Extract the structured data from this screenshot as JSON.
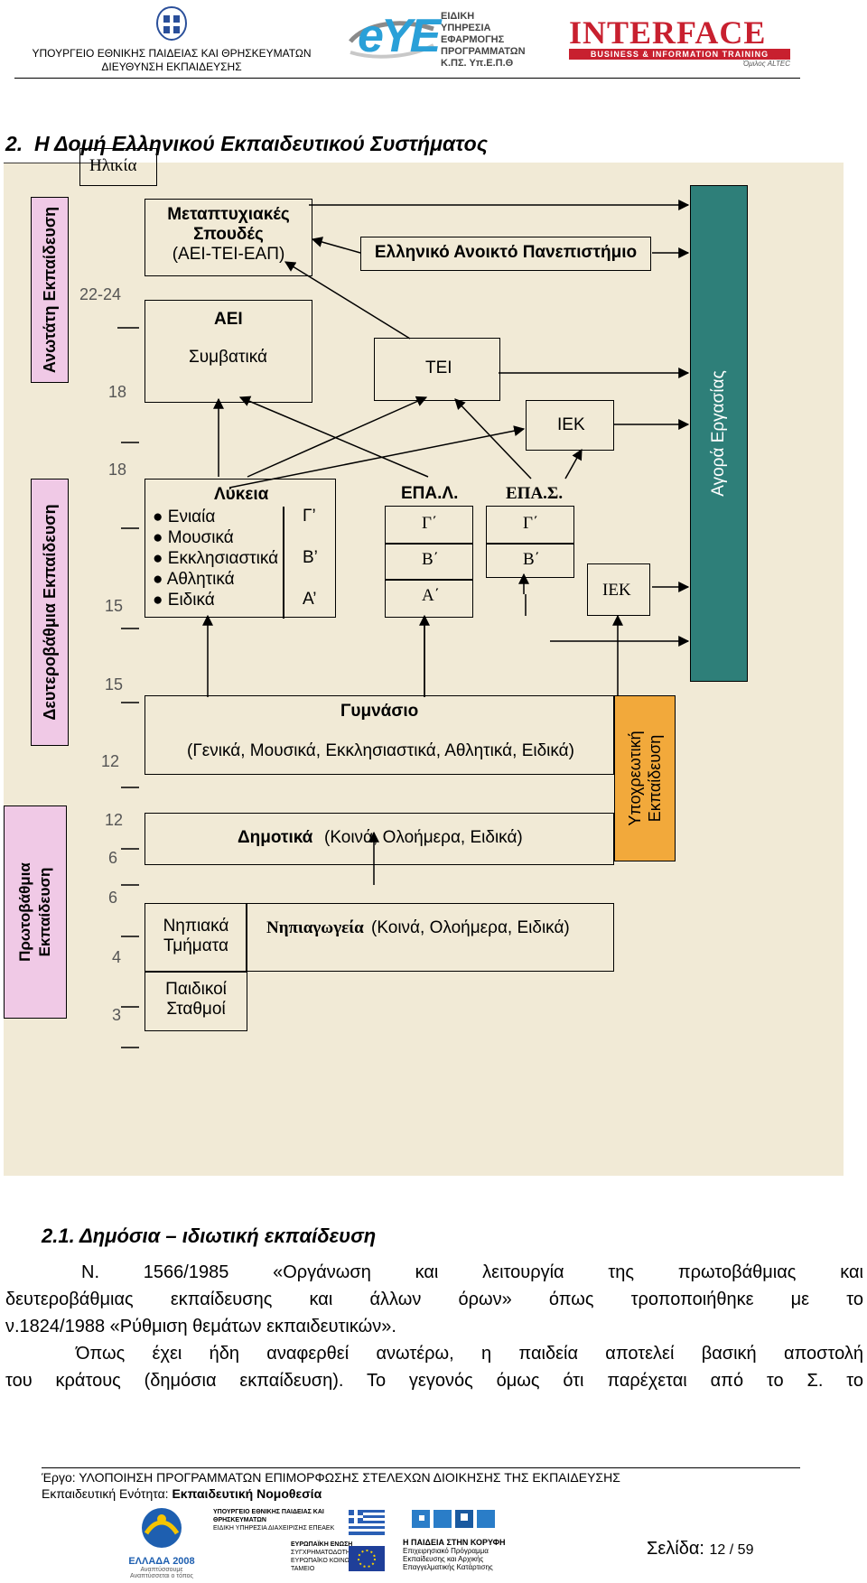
{
  "header": {
    "ministry_line1": "ΥΠΟΥΡΓΕΙΟ ΕΘΝΙΚΗΣ ΠΑΙΔΕΙΑΣ ΚΑΙ ΘΡΗΣΚΕΥΜΑΤΩΝ",
    "ministry_line2": "ΔΙΕΥΘΥΝΣΗ ΕΚΠΑΙΔΕΥΣΗΣ",
    "eye_logo_mark": "eYE",
    "eye_logo_text": [
      "ΕΙΔΙΚΗ",
      "ΥΠΗΡΕΣΙΑ",
      "ΕΦΑΡΜΟΓΗΣ",
      "ΠΡΟΓΡΑΜΜΑΤΩΝ",
      "Κ.ΠΣ. Υπ.Ε.Π.Θ"
    ],
    "interface_logo": "INTERFACE",
    "interface_sub": "BUSINESS & INFORMATION TRAINING",
    "interface_tag": "Όμιλος ALTEC"
  },
  "section_title": "2.  Η Δομή Ελληνικού Εκπαιδευτικού Συστήματος",
  "diagram": {
    "age_header": "Ηλικία",
    "left_labels": {
      "higher": "Ανωτάτη Εκπαίδευση",
      "secondary": "Δευτεροβάθμια  Εκπαίδευση",
      "primary_l1": "Πρωτοβάθμια",
      "primary_l2": "Εκπαίδευση"
    },
    "ages": {
      "a22_24": "22-24",
      "a18_top": "18",
      "a18_bottom": "18",
      "a15_top": "15",
      "a15_bottom": "15",
      "a12_top": "12",
      "a12_bottom": "12",
      "a6_top": "6",
      "a6_bottom": "6",
      "a4": "4",
      "a3": "3"
    },
    "postgrad": {
      "l1": "Μεταπτυχιακές",
      "l2": "Σπουδές",
      "l3": "(ΑΕΙ-ΤΕΙ-ΕΑΠ)"
    },
    "eap": "Ελληνικό Ανοικτό Πανεπιστήμιο",
    "aei": {
      "title": "ΑΕΙ",
      "sub": "Συμβατικά"
    },
    "tei": "ΤΕΙ",
    "iek_top": "ΙΕΚ",
    "iek_mid": "ΙΕΚ",
    "lyceum": {
      "title": "Λύκεια",
      "types": [
        "Ενιαία",
        "Μουσικά",
        "Εκκλησιαστικά",
        "Αθλητικά",
        "Ειδικά"
      ],
      "grades": [
        "Γ’",
        "Β’",
        "Α’"
      ]
    },
    "epal": {
      "title": "ΕΠΑ.Λ.",
      "grades": [
        "Γ΄",
        "Β΄",
        "Α΄"
      ]
    },
    "epas": {
      "title": "ΕΠΑ.Σ.",
      "grades": [
        "Γ΄",
        "Β΄"
      ]
    },
    "gymnasium": {
      "title": "Γυμνάσιο",
      "sub": "(Γενικά, Μουσικά, Εκκλησιαστικά, Αθλητικά, Ειδικά)"
    },
    "primary": {
      "title": "Δημοτικά",
      "sub": "(Κοινά, Ολοήμερα, Ειδικά)"
    },
    "nursery_classes": {
      "l1": "Νηπιακά",
      "l2": "Τμήματα"
    },
    "kindergarten": {
      "title": "Νηπιαγωγεία",
      "sub": "(Κοινά, Ολοήμερα, Ειδικά)"
    },
    "daycare": {
      "l1": "Παιδικοί",
      "l2": "Σταθμοί"
    },
    "labour_market": "Αγορά Εργασίας",
    "compulsory": {
      "l1": "Υποχρεωτική",
      "l2": "Εκπαίδευση"
    },
    "colors": {
      "background": "#f1ead6",
      "left_label": "#f0c9e6",
      "labour_market": "#2e7f79",
      "compulsory": "#f2a93b"
    }
  },
  "subsection_title": "2.1. Δημόσια – ιδιωτική εκπαίδευση",
  "body": {
    "p1_l1": "Ν.  1566/1985  «Οργάνωση  και  λειτουργία  της  πρωτοβάθμιας  και",
    "p1_l2": "δευτεροβάθμιας   εκπαίδευσης  και  άλλων  όρων»  όπως  τροποποιήθηκε  με  το",
    "p1_l3": "ν.1824/1988 «Ρύθμιση θεμάτων εκπαιδευτικών».",
    "p2_l1": "Όπως έχει ήδη αναφερθεί ανωτέρω, η παιδεία αποτελεί βασική αποστολή",
    "p2_l2": "του κράτους (δημόσια εκπαίδευση). Το γεγονός όμως ότι παρέχεται από το Σ. το"
  },
  "footer": {
    "project_line": "Έργο: ΥΛΟΠΟΙΗΣΗ ΠΡΟΓΡΑΜΜΑΤΩΝ ΕΠΙΜΟΡΦΩΣΗΣ ΣΤΕΛΕΧΩΝ ΔΙΟΙΚΗΣΗΣ ΤΗΣ ΕΚΠΑΙΔΕΥΣΗΣ",
    "unit_label": "Εκπαιδευτική Ενότητα: ",
    "unit_value": "Εκπαιδευτική Νομοθεσία",
    "page_label": "Σελίδα: ",
    "page_number": "12 / 59",
    "logos": {
      "hellas": "ΕΛΛΑΔΑ 2008",
      "hellas_sub": "Αναπτύσσουμε Αναπτύσσεται ο τόπος",
      "ministry1": "ΥΠΟΥΡΓΕΙΟ ΕΘΝΙΚΗΣ ΠΑΙΔΕΙΑΣ ΚΑΙ ΘΡΗΣΚΕΥΜΑΤΩΝ",
      "ministry2": "ΕΙΔΙΚΗ ΥΠΗΡΕΣΙΑ ΔΙΑΧΕΙΡΙΣΗΣ ΕΠΕΑΕΚ",
      "eu1": "ΕΥΡΩΠΑΪΚΗ ΕΝΩΣΗ",
      "eu2": "ΣΥΓΧΡΗΜΑΤΟΔΟΤΗΣΗ",
      "eu3": "ΕΥΡΩΠΑΪΚΟ ΚΟΙΝΩΝΙΚΟ ΤΑΜΕΙΟ",
      "paideia": "Η ΠΑΙΔΕΙΑ ΣΤΗΝ ΚΟΡΥΦΗ",
      "paideia_sub1": "Επιχειρησιακό Πρόγραμμα",
      "paideia_sub2": "Εκπαίδευσης και Αρχικής",
      "paideia_sub3": "Επαγγελματικής Κατάρτισης"
    }
  }
}
